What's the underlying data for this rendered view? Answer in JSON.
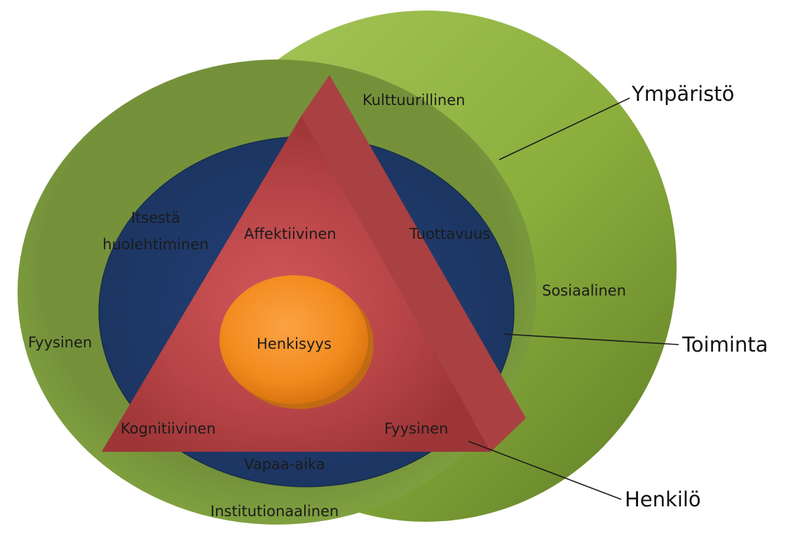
{
  "callouts": {
    "environment": "Ympäristö",
    "occupation": "Toiminta",
    "person": "Henkilö"
  },
  "environment_labels": {
    "cultural": "Kulttuurillinen",
    "social": "Sosiaalinen",
    "physical": "Fyysinen",
    "institutional": "Institutionaalinen"
  },
  "occupation_labels": {
    "self_care_line1": "Itsestä",
    "self_care_line2": "huolehtiminen",
    "productivity": "Tuottavuus",
    "leisure": "Vapaa-aika"
  },
  "person_labels": {
    "affective": "Affektiivinen",
    "cognitive": "Kognitiivinen",
    "physical": "Fyysinen"
  },
  "core_label": "Henkisyys",
  "colors": {
    "environment_front": "#76923c",
    "environment_side": "#8fb040",
    "occupation": "#1f3864",
    "person": "#c0504d",
    "spirituality": "#f28b1e"
  }
}
